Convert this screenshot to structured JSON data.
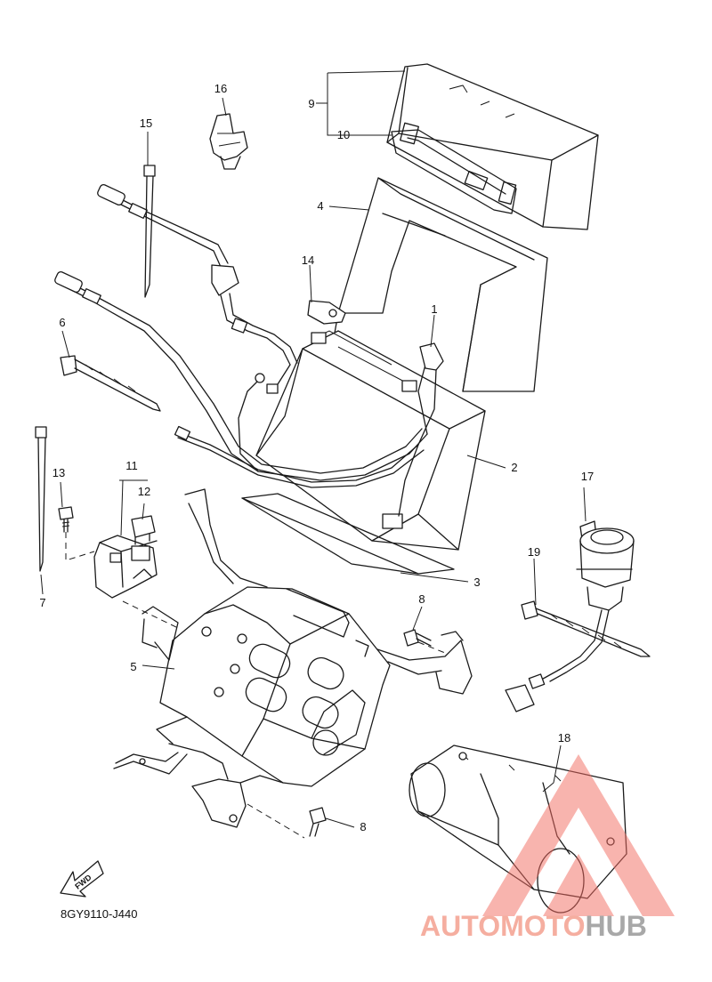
{
  "diagram_code": "8GY9110-J440",
  "fwd_label": "FWD",
  "callouts": [
    "1",
    "2",
    "3",
    "4",
    "5",
    "6",
    "7",
    "8",
    "8",
    "9",
    "10",
    "11",
    "12",
    "13",
    "14",
    "15",
    "16",
    "17",
    "18",
    "19"
  ],
  "watermark": {
    "part1": "AUTOMOTO",
    "part2": "HUB",
    "color_primary": "#f4a090",
    "color_secondary": "#9a9a9a",
    "logo_color": "#f26a60"
  }
}
